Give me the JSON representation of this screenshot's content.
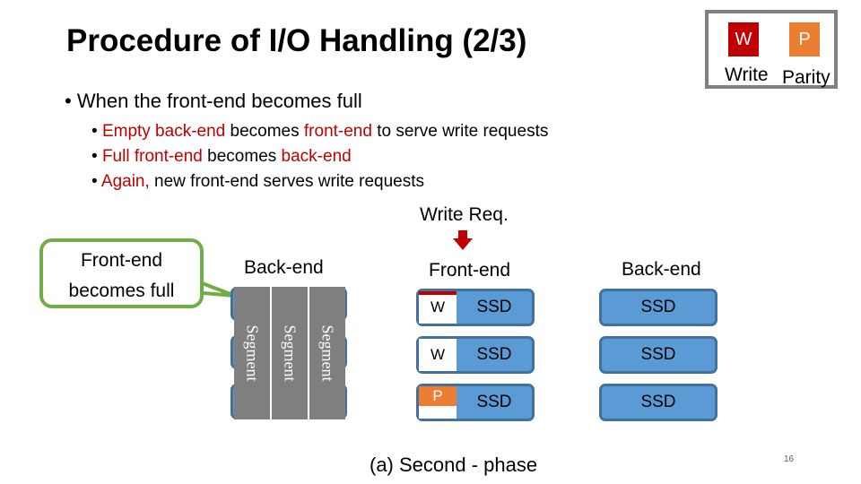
{
  "title": "Procedure of I/O Handling (2/3)",
  "legend": {
    "w_label": "W",
    "p_label": "P",
    "write_label": "Write",
    "parity_label": "Parity",
    "write_color": "#c00000",
    "parity_color": "#ed7d31"
  },
  "main_bullet": "When the front-end becomes full",
  "sub_bullets": [
    {
      "red1": "Empty back-end",
      "mid1": " becomes ",
      "red2": "front-end",
      "rest": " to serve write requests"
    },
    {
      "red1": "Full front-end",
      "mid1": " becomes ",
      "red2": "back-end",
      "rest": ""
    },
    {
      "red1": "Again,",
      "mid1": " new front-end serves write requests",
      "red2": "",
      "rest": ""
    }
  ],
  "write_req": "Write Req.",
  "callout": {
    "line1": "Front-end",
    "line2": "becomes full"
  },
  "left_backend_label": "Back-end",
  "segment_label": "Segment",
  "front_label": "Front-end",
  "right_backend_label": "Back-end",
  "ssd_label": "SSD",
  "front_marks": [
    "W",
    "W",
    "P"
  ],
  "caption": "(a) Second - phase",
  "page_number": "16"
}
